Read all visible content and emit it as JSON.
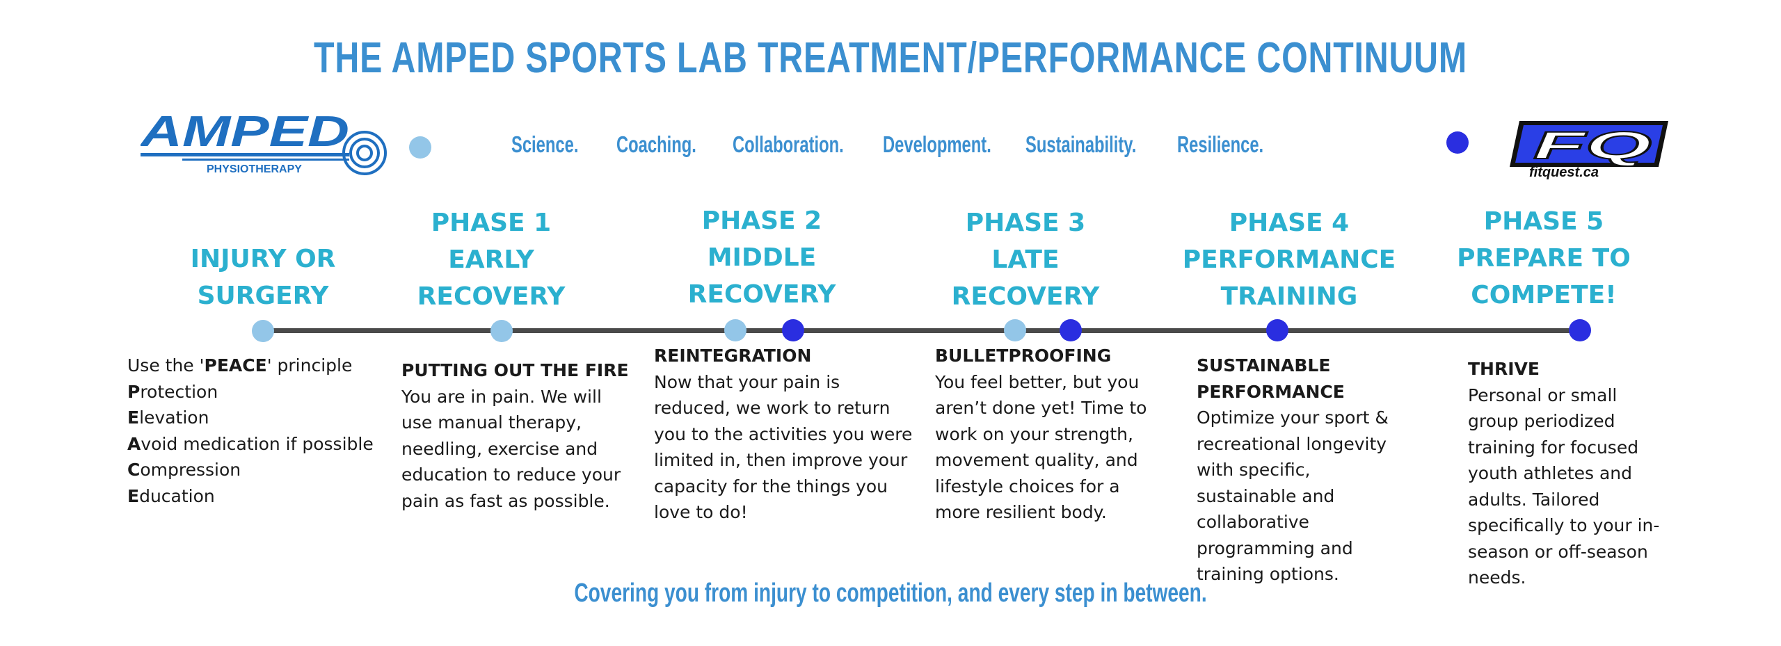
{
  "title": "THE AMPED SPORTS LAB TREATMENT/PERFORMANCE CONTINUUM",
  "logos": {
    "amped": {
      "wordmark": "AMPED",
      "subtitle": "PHYSIOTHERAPY"
    },
    "fq": {
      "wordmark": "FQ",
      "subtitle": "fitquest.ca"
    }
  },
  "values": [
    "Science.",
    "Coaching.",
    "Collaboration.",
    "Development.",
    "Sustainability.",
    "Resilience."
  ],
  "phases": [
    {
      "lines": [
        "INJURY OR",
        "SURGERY"
      ]
    },
    {
      "lines": [
        "PHASE 1",
        "EARLY",
        "RECOVERY"
      ]
    },
    {
      "lines": [
        "PHASE 2",
        "MIDDLE",
        "RECOVERY"
      ]
    },
    {
      "lines": [
        "PHASE 3",
        "LATE",
        "RECOVERY"
      ]
    },
    {
      "lines": [
        "PHASE 4",
        "PERFORMANCE",
        "TRAINING"
      ]
    },
    {
      "lines": [
        "PHASE 5",
        "PREPARE TO",
        "COMPETE!"
      ]
    }
  ],
  "descriptions": {
    "peace": {
      "intro_pre": "Use the '",
      "intro_bold": "PEACE",
      "intro_post": "' principle",
      "items": [
        {
          "letter": "P",
          "rest": "rotection"
        },
        {
          "letter": "E",
          "rest": "levation"
        },
        {
          "letter": "A",
          "rest": "void medication if possible"
        },
        {
          "letter": "C",
          "rest": "ompression"
        },
        {
          "letter": "E",
          "rest": "ducation"
        }
      ]
    },
    "phase1": {
      "heading": "PUTTING OUT THE FIRE",
      "lines": [
        "You are in pain. We will",
        "use manual therapy,",
        "needling, exercise and",
        "education to reduce your",
        "pain as fast as possible."
      ]
    },
    "phase2": {
      "heading": "REINTEGRATION",
      "lines": [
        "Now that your pain is",
        "reduced, we work to return",
        "you to the activities you were",
        "limited in, then improve your",
        "capacity for the things you",
        "love to do!"
      ]
    },
    "phase3": {
      "heading": "BULLETPROOFING",
      "lines": [
        "You feel better, but you",
        "aren’t done yet! Time to",
        "work on your strength,",
        "movement quality, and",
        "lifestyle choices for a",
        "more resilient body."
      ]
    },
    "phase4": {
      "heading_lines": [
        "SUSTAINABLE",
        "PERFORMANCE"
      ],
      "lines": [
        "Optimize your sport &",
        "recreational longevity",
        "with specific,",
        "sustainable  and",
        "collaborative",
        "programming and",
        "training options."
      ]
    },
    "phase5": {
      "heading": "THRIVE",
      "lines": [
        "Personal or small",
        "group periodized",
        "training for focused",
        "youth athletes and",
        "adults.  Tailored",
        "specifically to your in-",
        "season or off-season",
        "needs."
      ]
    }
  },
  "footer": "Covering you from injury to competition, and every step in between.",
  "colors": {
    "title": "#3b8fd0",
    "phase": "#2bb0cf",
    "dot_light": "#93c6e8",
    "dot_dark": "#2a2ee0",
    "line": "#4a4a4a",
    "amped_blue": "#1f6fc0",
    "fq_blue": "#2a3fe6"
  }
}
